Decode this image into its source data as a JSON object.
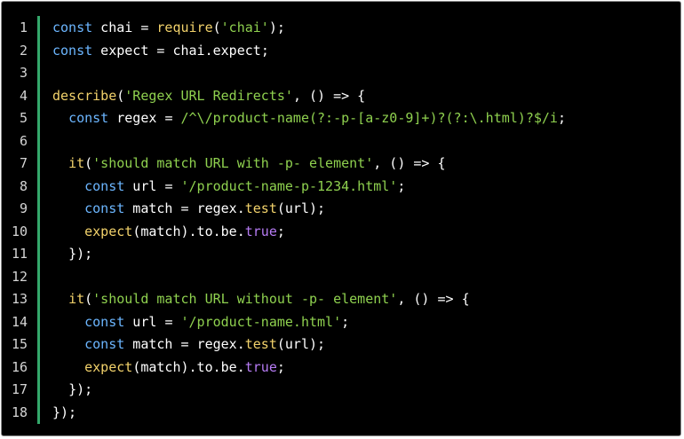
{
  "editor": {
    "colors": {
      "background": "#000000",
      "gutter_accent": "#34a86b",
      "keyword": "#6cb6ff",
      "function": "#f2d26b",
      "string": "#8fd14f",
      "boolean": "#b77cf5",
      "text": "#ffffff"
    },
    "lines": [
      {
        "number": "1",
        "tokens": [
          {
            "t": "kw",
            "v": "const"
          },
          {
            "t": "id",
            "v": " chai "
          },
          {
            "t": "p",
            "v": "= "
          },
          {
            "t": "fn",
            "v": "require"
          },
          {
            "t": "p",
            "v": "("
          },
          {
            "t": "str",
            "v": "'chai'"
          },
          {
            "t": "p",
            "v": ");"
          }
        ]
      },
      {
        "number": "2",
        "tokens": [
          {
            "t": "kw",
            "v": "const"
          },
          {
            "t": "id",
            "v": " expect "
          },
          {
            "t": "p",
            "v": "= "
          },
          {
            "t": "id",
            "v": "chai.expect"
          },
          {
            "t": "p",
            "v": ";"
          }
        ]
      },
      {
        "number": "3",
        "tokens": []
      },
      {
        "number": "4",
        "tokens": [
          {
            "t": "fn",
            "v": "describe"
          },
          {
            "t": "p",
            "v": "("
          },
          {
            "t": "str",
            "v": "'Regex URL Redirects'"
          },
          {
            "t": "p",
            "v": ", () => {"
          }
        ]
      },
      {
        "number": "5",
        "tokens": [
          {
            "t": "id",
            "v": "  "
          },
          {
            "t": "kw",
            "v": "const"
          },
          {
            "t": "id",
            "v": " regex "
          },
          {
            "t": "p",
            "v": "= "
          },
          {
            "t": "str",
            "v": "/^\\/product-name(?:-p-[a-z0-9]+)?(?:\\.html)?$/i"
          },
          {
            "t": "p",
            "v": ";"
          }
        ]
      },
      {
        "number": "6",
        "tokens": []
      },
      {
        "number": "7",
        "tokens": [
          {
            "t": "id",
            "v": "  "
          },
          {
            "t": "fn",
            "v": "it"
          },
          {
            "t": "p",
            "v": "("
          },
          {
            "t": "str",
            "v": "'should match URL with -p- element'"
          },
          {
            "t": "p",
            "v": ", () => {"
          }
        ]
      },
      {
        "number": "8",
        "tokens": [
          {
            "t": "id",
            "v": "    "
          },
          {
            "t": "kw",
            "v": "const"
          },
          {
            "t": "id",
            "v": " url "
          },
          {
            "t": "p",
            "v": "= "
          },
          {
            "t": "str",
            "v": "'/product-name-p-1234.html'"
          },
          {
            "t": "p",
            "v": ";"
          }
        ]
      },
      {
        "number": "9",
        "tokens": [
          {
            "t": "id",
            "v": "    "
          },
          {
            "t": "kw",
            "v": "const"
          },
          {
            "t": "id",
            "v": " match "
          },
          {
            "t": "p",
            "v": "= "
          },
          {
            "t": "id",
            "v": "regex."
          },
          {
            "t": "fn",
            "v": "test"
          },
          {
            "t": "p",
            "v": "(url);"
          }
        ]
      },
      {
        "number": "10",
        "tokens": [
          {
            "t": "id",
            "v": "    "
          },
          {
            "t": "fn",
            "v": "expect"
          },
          {
            "t": "p",
            "v": "(match).to.be."
          },
          {
            "t": "bool",
            "v": "true"
          },
          {
            "t": "p",
            "v": ";"
          }
        ]
      },
      {
        "number": "11",
        "tokens": [
          {
            "t": "id",
            "v": "  "
          },
          {
            "t": "p",
            "v": "});"
          }
        ]
      },
      {
        "number": "12",
        "tokens": []
      },
      {
        "number": "13",
        "tokens": [
          {
            "t": "id",
            "v": "  "
          },
          {
            "t": "fn",
            "v": "it"
          },
          {
            "t": "p",
            "v": "("
          },
          {
            "t": "str",
            "v": "'should match URL without -p- element'"
          },
          {
            "t": "p",
            "v": ", () => {"
          }
        ]
      },
      {
        "number": "14",
        "tokens": [
          {
            "t": "id",
            "v": "    "
          },
          {
            "t": "kw",
            "v": "const"
          },
          {
            "t": "id",
            "v": " url "
          },
          {
            "t": "p",
            "v": "= "
          },
          {
            "t": "str",
            "v": "'/product-name.html'"
          },
          {
            "t": "p",
            "v": ";"
          }
        ]
      },
      {
        "number": "15",
        "tokens": [
          {
            "t": "id",
            "v": "    "
          },
          {
            "t": "kw",
            "v": "const"
          },
          {
            "t": "id",
            "v": " match "
          },
          {
            "t": "p",
            "v": "= "
          },
          {
            "t": "id",
            "v": "regex."
          },
          {
            "t": "fn",
            "v": "test"
          },
          {
            "t": "p",
            "v": "(url);"
          }
        ]
      },
      {
        "number": "16",
        "tokens": [
          {
            "t": "id",
            "v": "    "
          },
          {
            "t": "fn",
            "v": "expect"
          },
          {
            "t": "p",
            "v": "(match).to.be."
          },
          {
            "t": "bool",
            "v": "true"
          },
          {
            "t": "p",
            "v": ";"
          }
        ]
      },
      {
        "number": "17",
        "tokens": [
          {
            "t": "id",
            "v": "  "
          },
          {
            "t": "p",
            "v": "});"
          }
        ]
      },
      {
        "number": "18",
        "tokens": [
          {
            "t": "p",
            "v": "});"
          }
        ]
      }
    ]
  }
}
